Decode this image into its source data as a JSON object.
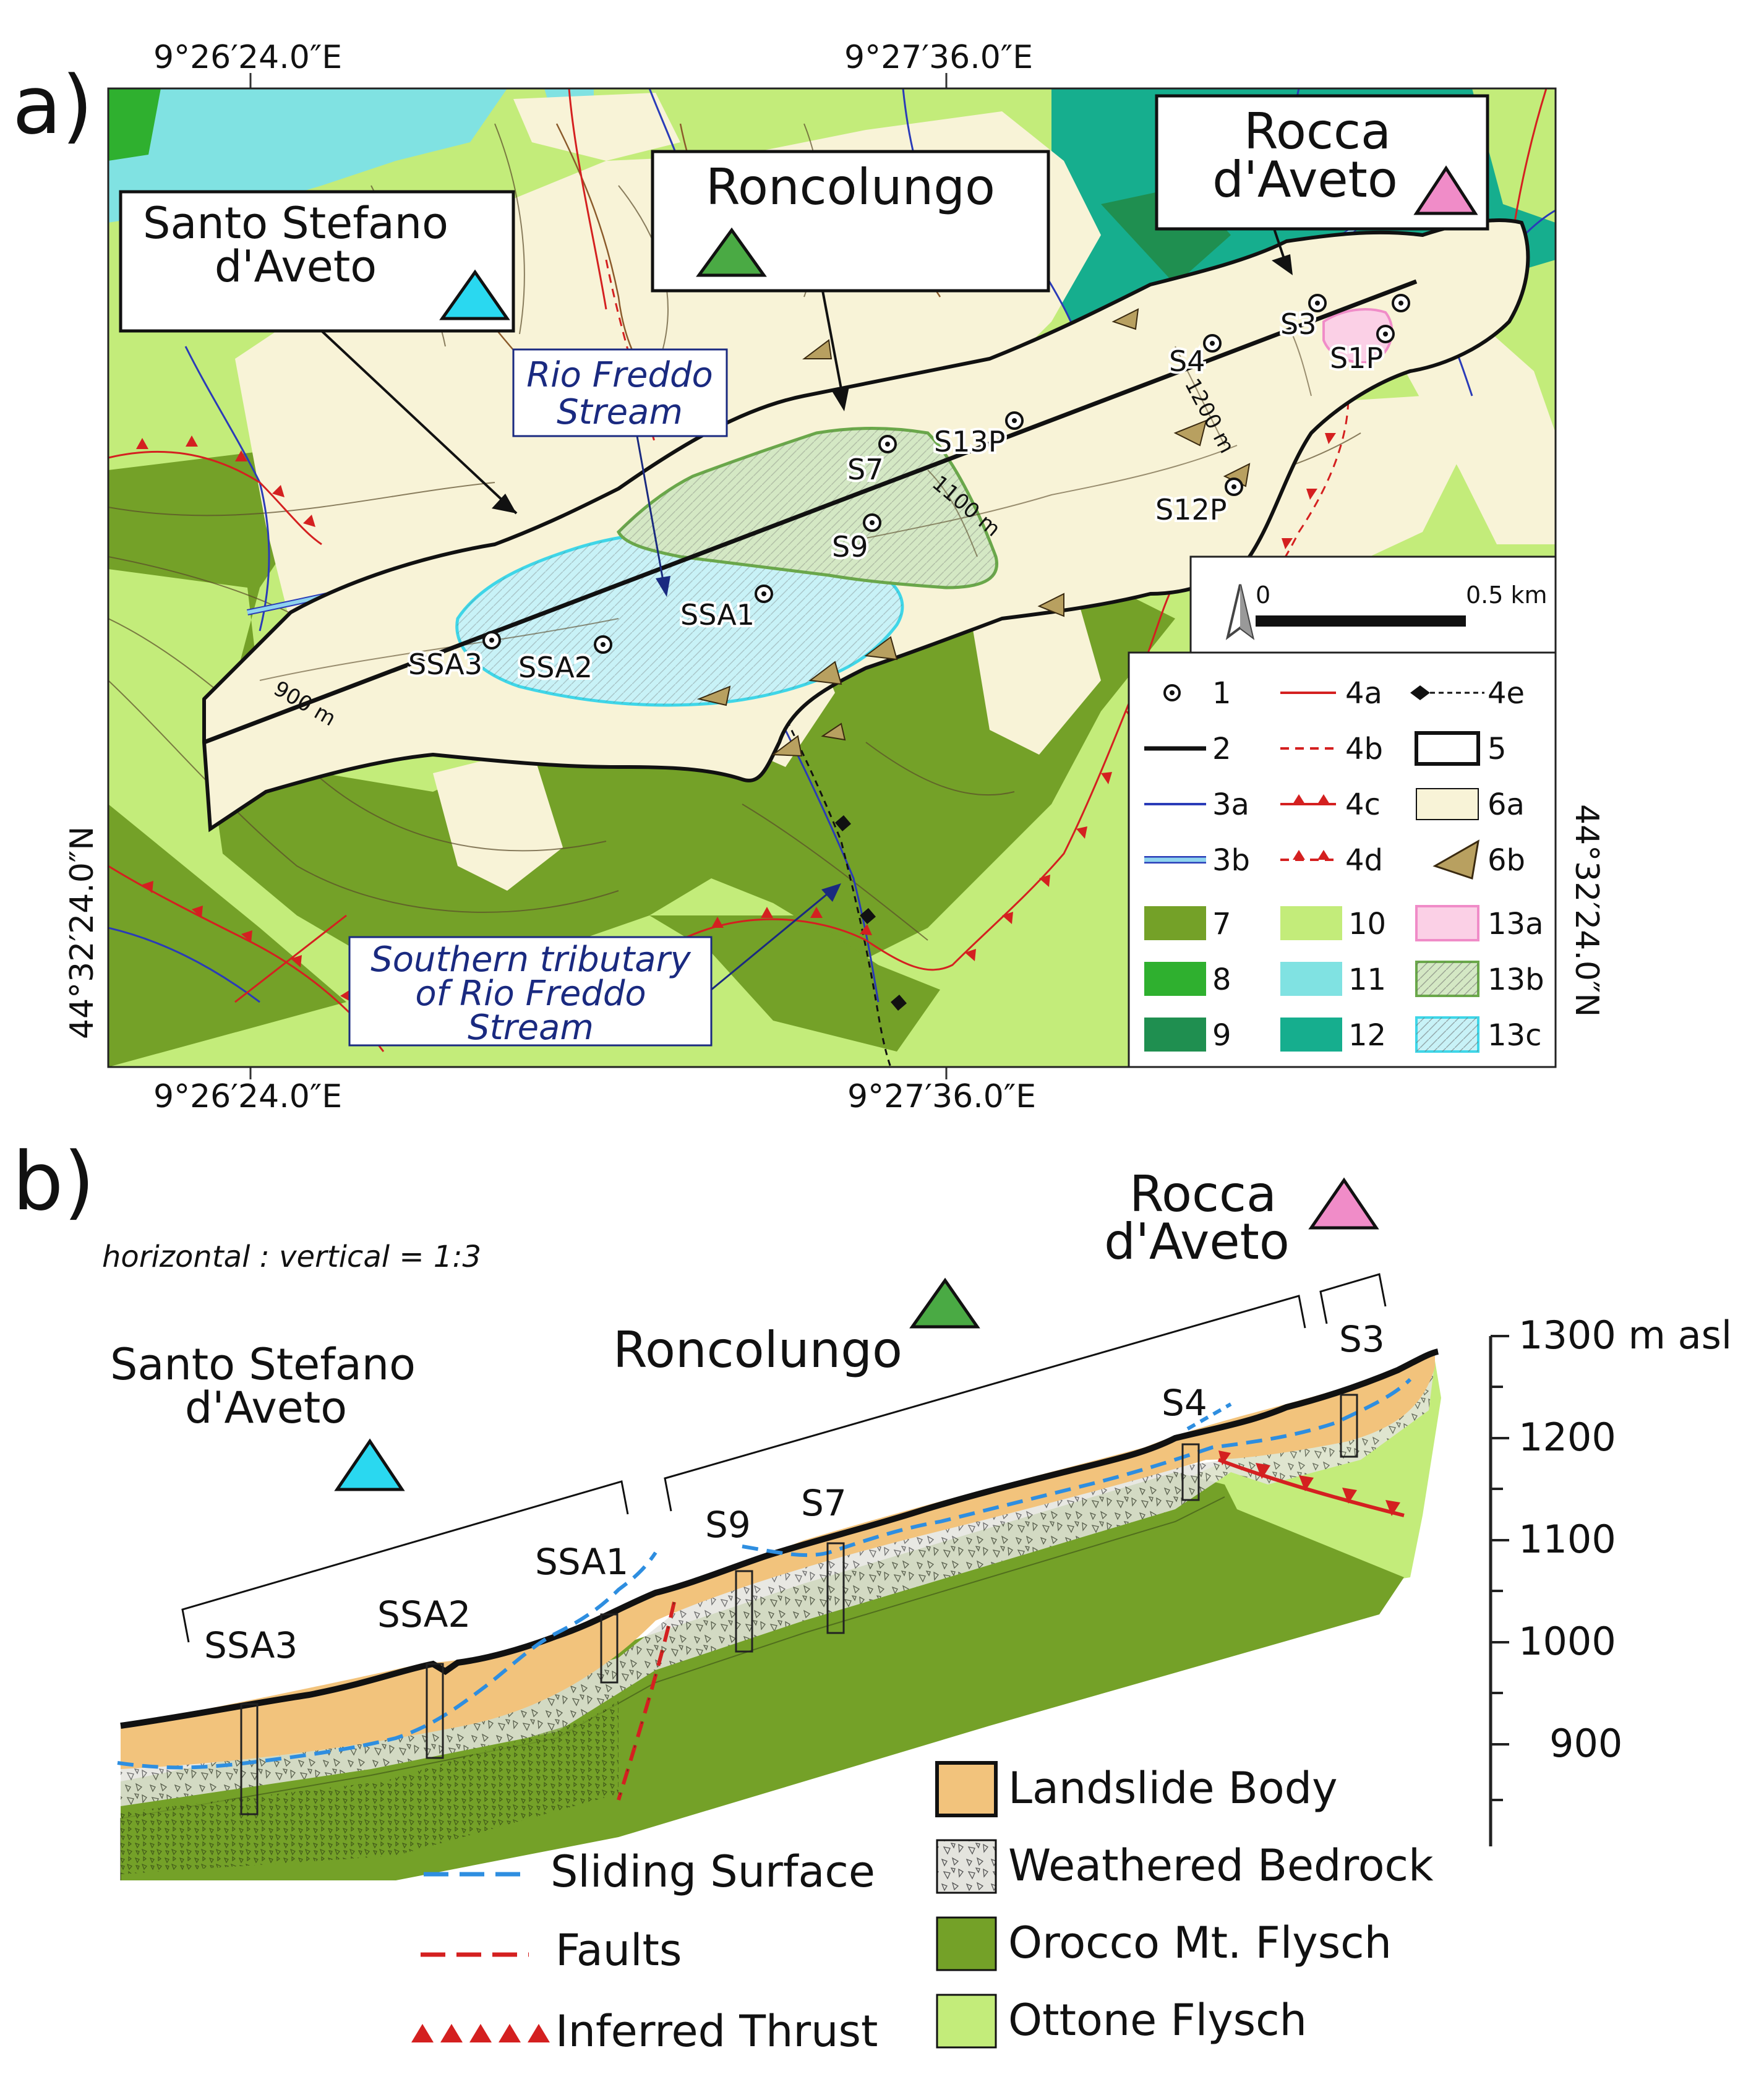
{
  "panel_a": {
    "label": "a)",
    "coords": {
      "top_left_lon": "9°26′24.0″E",
      "top_mid_lon": "9°27′36.0″E",
      "bottom_left_lon": "9°26′24.0″E",
      "bottom_mid_lon": "9°27′36.0″E",
      "left_lat": "44°32′24.0″N",
      "right_lat": "44°32′24.0″N"
    },
    "places": {
      "santo_stefano_line1": "Santo Stefano",
      "santo_stefano_line2": "d'Aveto",
      "roncolungo": "Roncolungo",
      "rocca_line1": "Rocca",
      "rocca_line2": "d'Aveto"
    },
    "streams": {
      "rio_freddo_line1": "Rio Freddo",
      "rio_freddo_line2": "Stream",
      "southern_line1": "Southern tributary",
      "southern_line2": "of Rio Freddo",
      "southern_line3": "Stream"
    },
    "boreholes": [
      "S3",
      "S1P",
      "S4",
      "S13P",
      "S7",
      "S9",
      "S12P",
      "SSA1",
      "SSA2",
      "SSA3"
    ],
    "contours": [
      "1200 m",
      "1100 m",
      "900 m"
    ],
    "scale": {
      "start": "0",
      "end": "0.5 km"
    },
    "legend": [
      "1",
      "2",
      "3a",
      "3b",
      "4a",
      "4b",
      "4c",
      "4d",
      "4e",
      "5",
      "6a",
      "6b",
      "7",
      "8",
      "9",
      "10",
      "11",
      "12",
      "13a",
      "13b",
      "13c"
    ],
    "colors": {
      "landslide_6a": "#f8f3d7",
      "unit7": "#74a128",
      "unit8": "#2fb02f",
      "unit9": "#1f8f50",
      "unit10": "#c3ec7a",
      "unit11": "#80e2e2",
      "unit12": "#16ae8e",
      "zone13a": "#f5a8d4",
      "zone13b": "#88c07c",
      "zone13c": "#7fe0ee",
      "triangle_santo": "#2ad8f0",
      "triangle_roncolungo": "#4aaa44",
      "triangle_rocca": "#f08cc8"
    }
  },
  "panel_b": {
    "label": "b)",
    "ratio_note": "horizontal : vertical = 1:3",
    "places": {
      "santo_line1": "Santo Stefano",
      "santo_line2": "d'Aveto",
      "roncolungo": "Roncolungo",
      "rocca_line1": "Rocca",
      "rocca_line2": "d'Aveto"
    },
    "boreholes": [
      "SSA3",
      "SSA2",
      "SSA1",
      "S9",
      "S7",
      "S4",
      "S3"
    ],
    "axis": {
      "ticks": [
        "1300 m asl",
        "1200",
        "1100",
        "1000",
        "900"
      ]
    },
    "legend_lines": [
      "Sliding Surface",
      "Faults",
      "Inferred Thrust"
    ],
    "legend_units": [
      "Landslide Body",
      "Weathered Bedrock",
      "Orocco Mt. Flysch",
      "Ottone Flysch"
    ]
  }
}
